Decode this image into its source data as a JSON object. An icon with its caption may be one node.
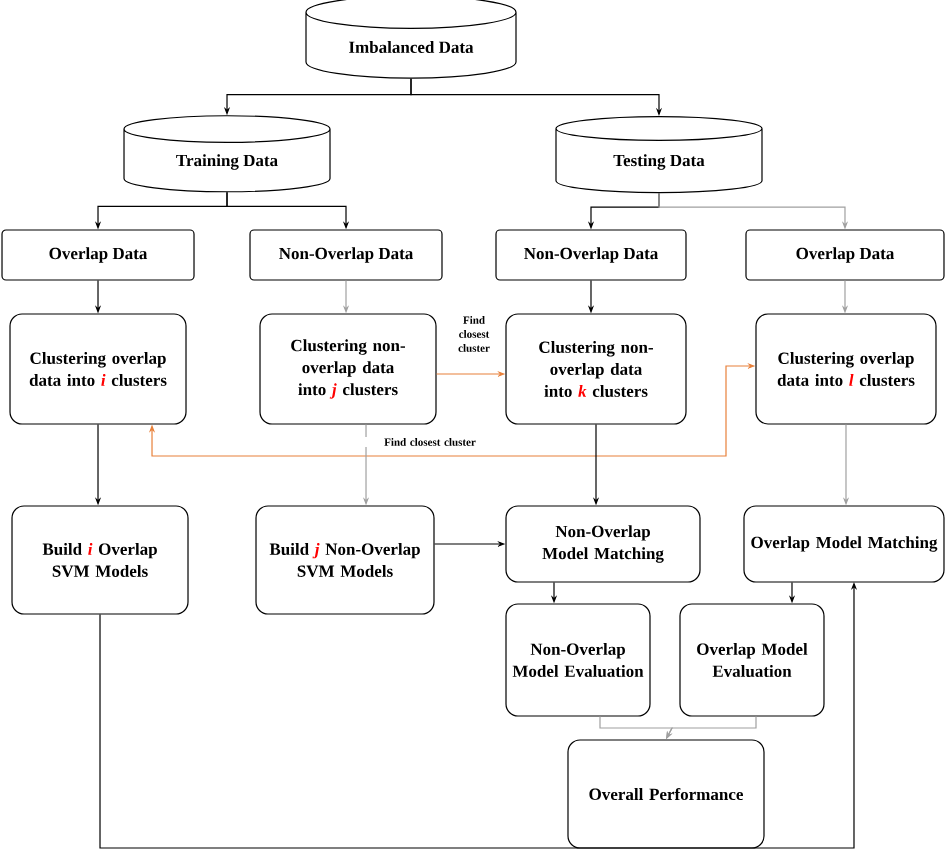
{
  "diagram": {
    "nodes": [
      {
        "text": [
          "Imbalanced Data"
        ]
      },
      {
        "text": [
          "Training Data"
        ]
      },
      {
        "text": [
          "Testing Data"
        ]
      },
      {
        "text": [
          "Overlap Data"
        ]
      },
      {
        "text": [
          "Non-Overlap Data"
        ]
      },
      {
        "text": [
          "Non-Overlap Data"
        ]
      },
      {
        "text": [
          "Overlap Data"
        ]
      },
      {
        "text": [
          "Clustering overlap data into *i* clusters"
        ]
      },
      {
        "text": [
          "Clustering non-overlap data into *j* clusters"
        ]
      },
      {
        "text": [
          "Clustering non-overlap data into *k* clusters"
        ]
      },
      {
        "text": [
          "Clustering overlap data into *l* clusters"
        ]
      },
      {
        "text": [
          "Build *i* Overlap SVM Models"
        ]
      },
      {
        "text": [
          "Build *j* Non-Overlap SVM Models"
        ]
      },
      {
        "text": [
          "Non-Overlap Model Matching"
        ]
      },
      {
        "text": [
          "Overlap Model Matching"
        ]
      },
      {
        "text": [
          "Non-Overlap Model Evaluation"
        ]
      },
      {
        "text": [
          "Overlap Model Evaluation"
        ]
      },
      {
        "text": [
          "Overall Performance"
        ]
      }
    ],
    "edges": [
      {
        "from": 0,
        "to": 1,
        "arrow": "to"
      },
      {
        "from": 0,
        "to": 2,
        "arrow": "to"
      },
      {
        "from": 1,
        "to": 3,
        "arrow": "to"
      },
      {
        "from": 1,
        "to": 4,
        "arrow": "to"
      },
      {
        "from": 2,
        "to": 5,
        "arrow": "to"
      },
      {
        "from": 2,
        "to": 6,
        "arrow": "to",
        "color": "#a0a0a0"
      },
      {
        "from": 3,
        "to": 7,
        "arrow": "to"
      },
      {
        "from": 4,
        "to": 8,
        "arrow": "to",
        "color": "#a0a0a0"
      },
      {
        "from": 5,
        "to": 9,
        "arrow": "to"
      },
      {
        "from": 6,
        "to": 10,
        "arrow": "to",
        "color": "#a0a0a0"
      },
      {
        "from": 8,
        "to": 9,
        "arrow": "to",
        "label": "Find closest cluster",
        "color": "#e8803a"
      },
      {
        "from": 7,
        "to": 10,
        "arrow": "both",
        "label": "Find closest cluster",
        "color": "#e8803a"
      },
      {
        "from": 7,
        "to": 11,
        "arrow": "to"
      },
      {
        "from": 8,
        "to": 12,
        "arrow": "to",
        "color": "#a0a0a0"
      },
      {
        "from": 9,
        "to": 13,
        "arrow": "to"
      },
      {
        "from": 12,
        "to": 13,
        "arrow": "to"
      },
      {
        "from": 10,
        "to": 14,
        "arrow": "to",
        "color": "#a0a0a0"
      },
      {
        "from": 11,
        "to": 14,
        "arrow": "to"
      },
      {
        "from": 13,
        "to": 15,
        "arrow": "to"
      },
      {
        "from": 14,
        "to": 16,
        "arrow": "to"
      },
      {
        "from": 15,
        "to": 17,
        "arrow": "to",
        "color": "#a0a0a0"
      },
      {
        "from": 16,
        "to": 17,
        "arrow": "to",
        "color": "#a0a0a0"
      }
    ]
  }
}
